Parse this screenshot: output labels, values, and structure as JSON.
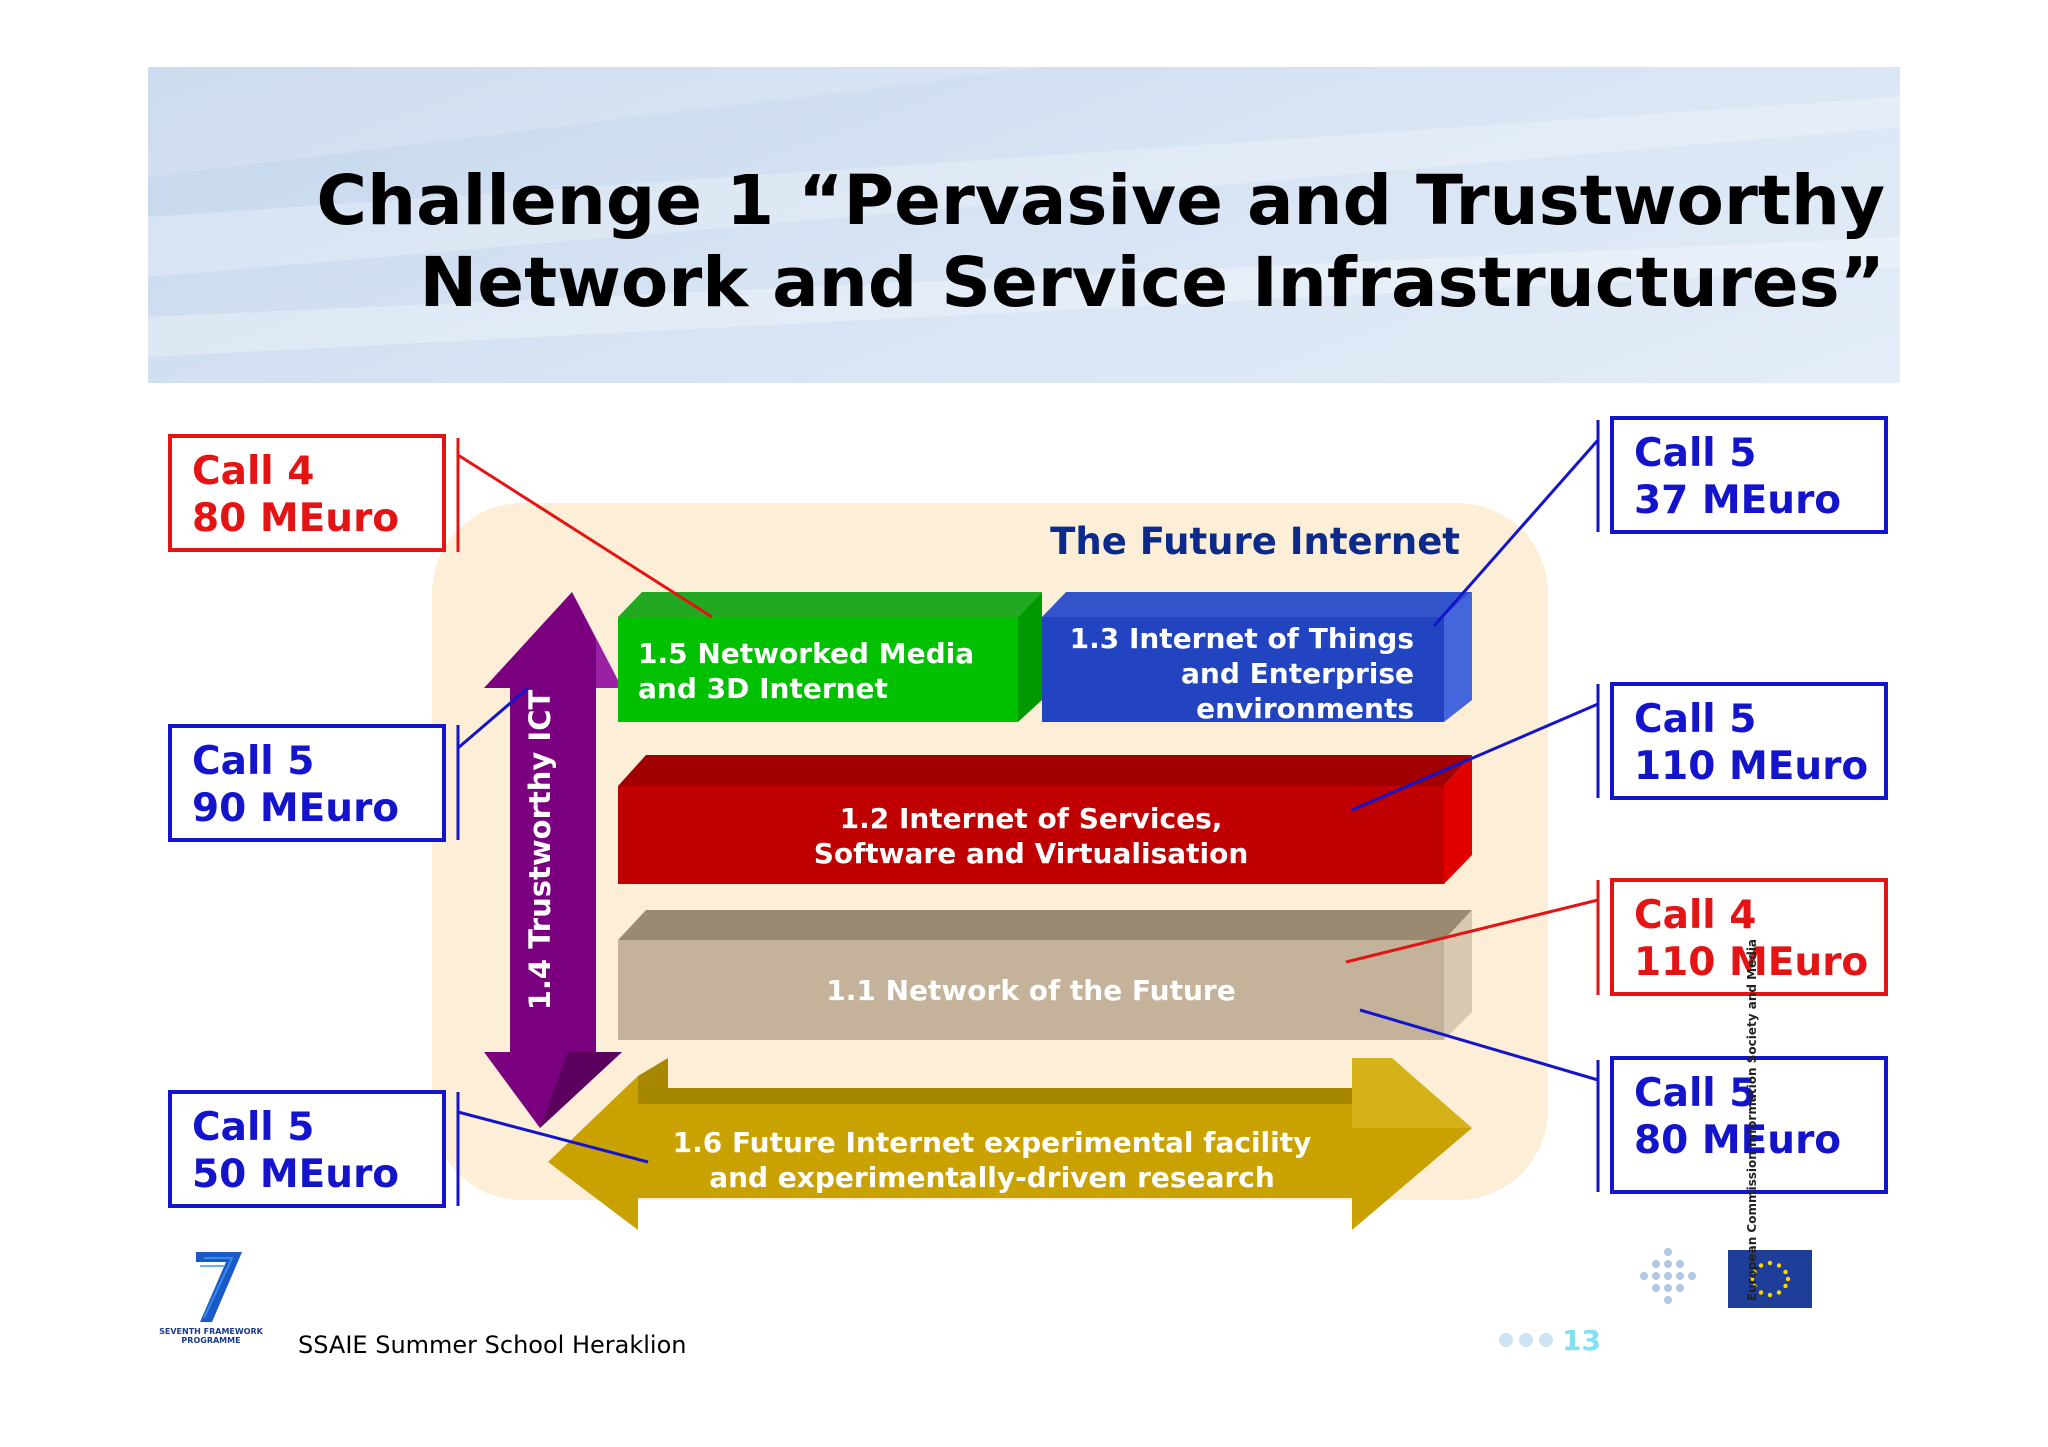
{
  "slide": {
    "title_line1": "Challenge 1 “Pervasive and Trustworthy",
    "title_line2": "Network and Service Infrastructures”",
    "future_internet_label": "The Future Internet",
    "footer_text": "SSAIE Summer School Heraklion",
    "page_number": "13"
  },
  "components": {
    "c15": {
      "line1": "1.5 Networked Media",
      "line2": "and 3D Internet",
      "color": "#00c000"
    },
    "c13": {
      "line1": "1.3 Internet of Things",
      "line2": "and Enterprise",
      "line3": "environments",
      "color": "#2244c0"
    },
    "c12": {
      "line1": "1.2 Internet of Services,",
      "line2": "Software and Virtualisation",
      "color": "#c00000"
    },
    "c11": {
      "line1": "1.1 Network of the Future",
      "color": "#c4b39a"
    },
    "c14": {
      "line1": "1.4 Trustworthy ICT",
      "color": "#7a0080"
    },
    "c16": {
      "line1": "1.6 Future Internet experimental facility",
      "line2": "and experimentally-driven research",
      "color": "#c9a100"
    }
  },
  "calls": {
    "left_top": {
      "call": "Call 4",
      "amount": "80 MEuro",
      "color": "#e51414"
    },
    "left_mid": {
      "call": "Call 5",
      "amount": "90 MEuro",
      "color": "#1414cc"
    },
    "left_bot": {
      "call": "Call 5",
      "amount": "50 MEuro",
      "color": "#1414cc"
    },
    "right_1": {
      "call": "Call 5",
      "amount": "37 MEuro",
      "color": "#1414cc"
    },
    "right_2": {
      "call": "Call 5",
      "amount": "110 MEuro",
      "color": "#1414cc"
    },
    "right_3": {
      "call": "Call 4",
      "amount": "110 MEuro",
      "color": "#e51414"
    },
    "right_4": {
      "call": "Call 5",
      "amount": "80 MEuro",
      "color": "#1414cc"
    }
  },
  "logos": {
    "fp7_text": "SEVENTH FRAMEWORK PROGRAMME",
    "eu_side_text": "European Commission Information Society and Media"
  }
}
